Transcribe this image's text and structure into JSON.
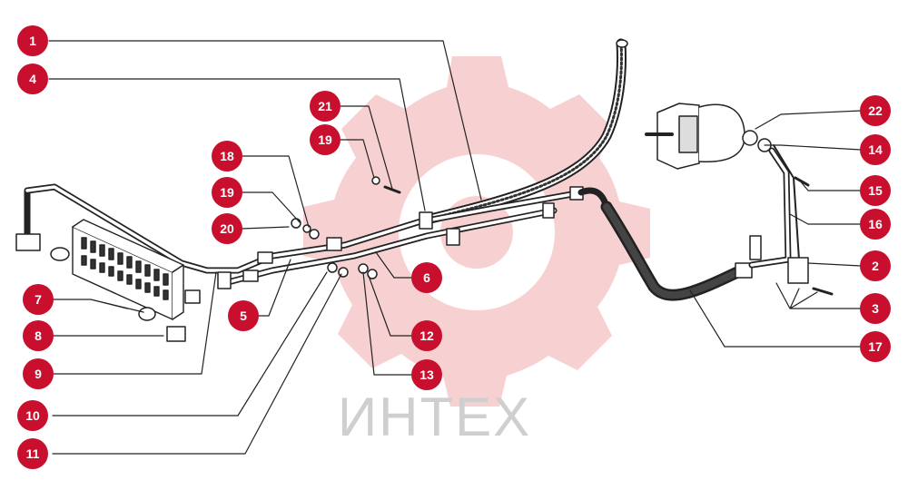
{
  "watermark": {
    "text": "ИНТЕХ"
  },
  "colors": {
    "callout": "#c8102e",
    "callout_text": "#ffffff",
    "watermark_gear": "#f6c9c9",
    "line": "#222222"
  },
  "callouts": [
    "1",
    "4",
    "21",
    "19",
    "18",
    "19",
    "20",
    "22",
    "14",
    "15",
    "16",
    "2",
    "3",
    "17",
    "6",
    "12",
    "13",
    "5",
    "7",
    "8",
    "9",
    "10",
    "11"
  ]
}
